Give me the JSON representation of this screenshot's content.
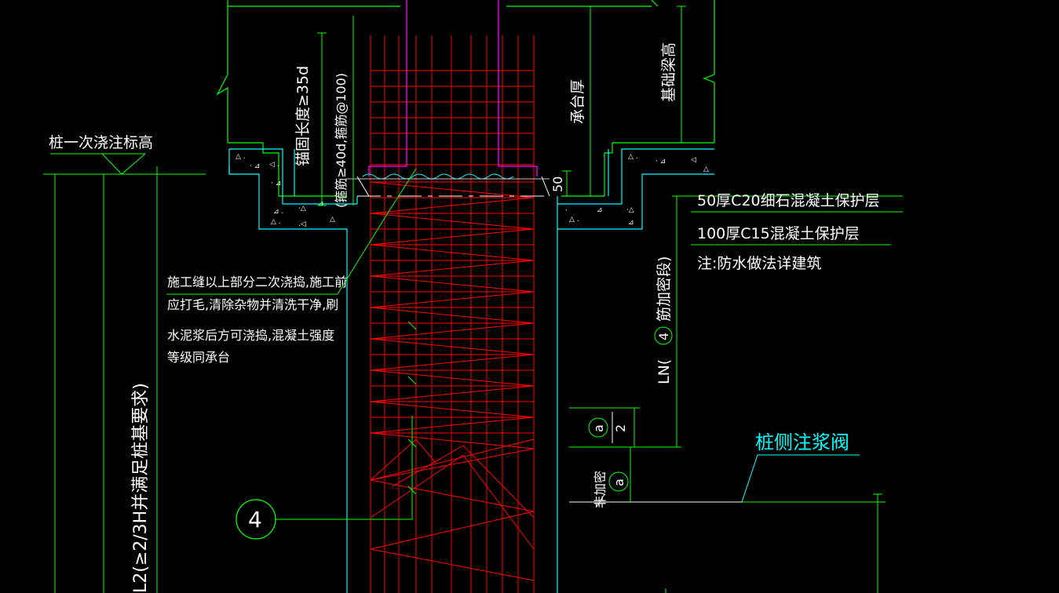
{
  "labels": {
    "pile_first_pour_elevation": "桩一次浇注标高",
    "anchor_length": "锚固长度≥35d",
    "stirrup_note": "(箍筋≥40d,箍筋@100)",
    "cap_thickness": "承台厚",
    "foundation_beam_height": "基础梁高",
    "dim_50": "50",
    "protect_layer_c20": "50厚C20细石混凝土保护层",
    "protect_layer_c15": "100厚C15混凝土保护层",
    "waterproof_note": "注:防水做法详建筑",
    "joint_note_line1": "施工缝以上部分二次浇捣,施工前",
    "joint_note_line2": "应打毛,清除杂物并清洗干净,刷",
    "joint_note_line3": "水泥浆后方可浇捣,混凝土强度",
    "joint_note_line4": "等级同承台",
    "ln_label_pre": "LN(",
    "ln_label_num": "4",
    "ln_label_post": "筋加密段)",
    "l2_label": "L2(≥2/3H并满足桩基要求)",
    "grout_valve": "桩侧注浆阀",
    "bubble_4": "4",
    "dim_a": "a",
    "dim_2": "2",
    "rebar_stop": "非加密",
    "dim_a2": "a"
  },
  "colors": {
    "background": "#000000",
    "green": "#00ff00",
    "cyan": "#00ffff",
    "red": "#ff0000",
    "magenta": "#ff00ff",
    "white": "#ffffff"
  }
}
